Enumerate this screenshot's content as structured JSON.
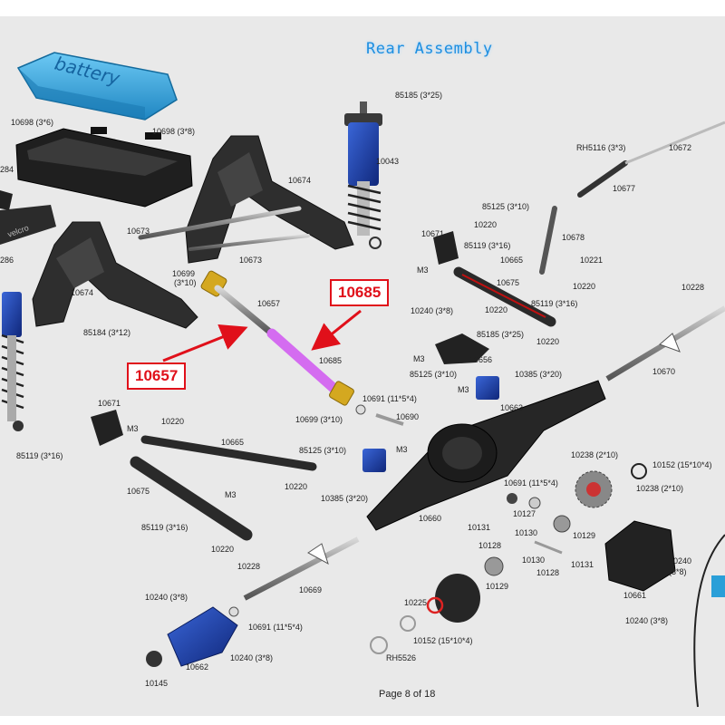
{
  "title": "Rear Assembly",
  "footer": "Page 8 of 18",
  "battery_text": "battery",
  "velcro_text": "velcro",
  "colors": {
    "background": "#e9e9e9",
    "title": "#1e8fe0",
    "callout": "#e0101a",
    "shaft_highlight": "#d46cf0",
    "anodized_blue": "#1b3fa8",
    "battery_blue": "#2a9fd8"
  },
  "callouts": [
    {
      "text": "10685"
    },
    {
      "text": "10657"
    }
  ],
  "part_labels": [
    "85185 (3*25)",
    "10698 (3*6)",
    "10698 (3*8)",
    "10043",
    "284",
    "10674",
    "RH5116 (3*3)",
    "10672",
    "10677",
    "10673",
    "10673",
    "85125 (3*10)",
    "10220",
    "10671",
    "10678",
    "85119 (3*16)",
    "10665",
    "10221",
    "286",
    "10699",
    "(3*10)",
    "M3",
    "10675",
    "10220",
    "10674",
    "10657",
    "85119 (3*16)",
    "85184 (3*12)",
    "10240 (3*8)",
    "10220",
    "10228",
    "10685",
    "M3",
    "85185 (3*25)",
    "10220",
    "10656",
    "85125 (3*10)",
    "10385 (3*20)",
    "M3",
    "10671",
    "10691 (11*5*4)",
    "10663",
    "10670",
    "M3",
    "10220",
    "10699 (3*10)",
    "10690",
    "10665",
    "85119 (3*16)",
    "85125 (3*10)",
    "M3",
    "10238 (2*10)",
    "10152 (15*10*4)",
    "10220",
    "10691 (11*5*4)",
    "10238 (2*10)",
    "10675",
    "M3",
    "10385 (3*20)",
    "10127",
    "10660",
    "10131",
    "10130",
    "10129",
    "85119 (3*16)",
    "10128",
    "10220",
    "10130",
    "10128",
    "10131",
    "10240",
    "(3*8)",
    "10228",
    "10129",
    "10669",
    "10661",
    "10240 (3*8)",
    "10225",
    "10691 (11*5*4)",
    "10240 (3*8)",
    "10152 (15*10*4)",
    "RH5526",
    "10662",
    "10145",
    "10240 (3*8)"
  ]
}
